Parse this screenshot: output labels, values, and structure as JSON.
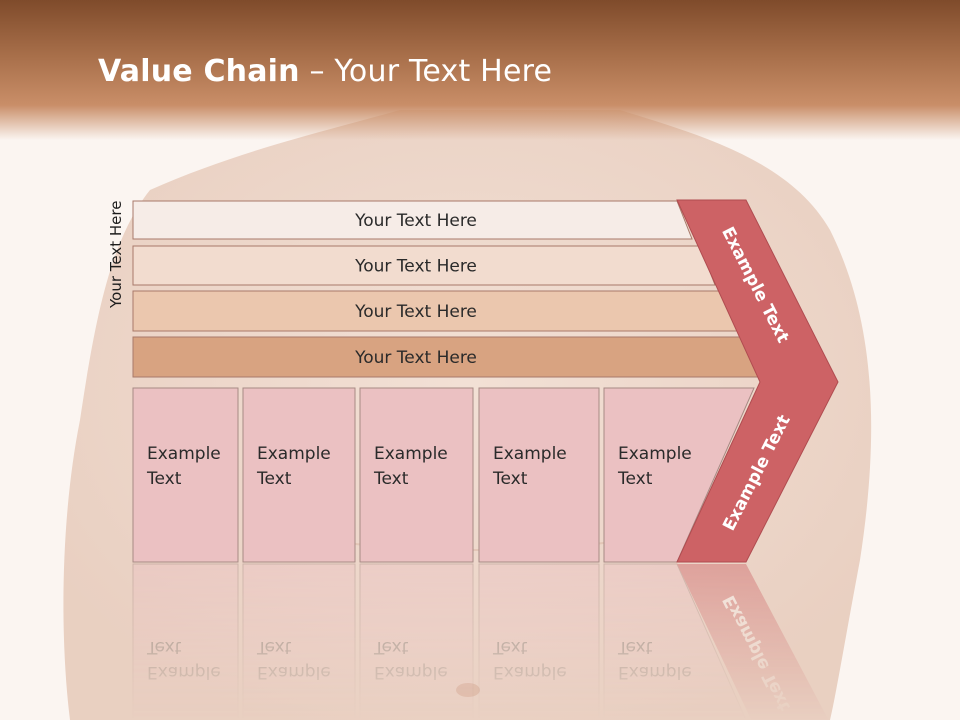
{
  "slide": {
    "title_bold": "Value Chain",
    "title_rest": " – Your Text Here",
    "side_label": "Your Text Here"
  },
  "rows": [
    {
      "label": "Your Text Here",
      "fill": "#f6ece7"
    },
    {
      "label": "Your Text Here",
      "fill": "#f2dccf"
    },
    {
      "label": "Your Text Here",
      "fill": "#ebc7ae"
    },
    {
      "label": "Your Text Here",
      "fill": "#d8a381"
    }
  ],
  "boxes": [
    {
      "line1": "Example",
      "line2": "Text"
    },
    {
      "line1": "Example",
      "line2": "Text"
    },
    {
      "line1": "Example",
      "line2": "Text"
    },
    {
      "line1": "Example",
      "line2": "Text"
    },
    {
      "line1": "Example",
      "line2": "Text"
    }
  ],
  "chevron": {
    "upper_label": "Example Text",
    "lower_label": "Example Text",
    "fill": "#cd6265"
  },
  "colors": {
    "header": "#a86f4a",
    "box_fill": "#ebc1c2",
    "box_stroke": "#a78a84",
    "row_stroke": "#a8796a"
  }
}
